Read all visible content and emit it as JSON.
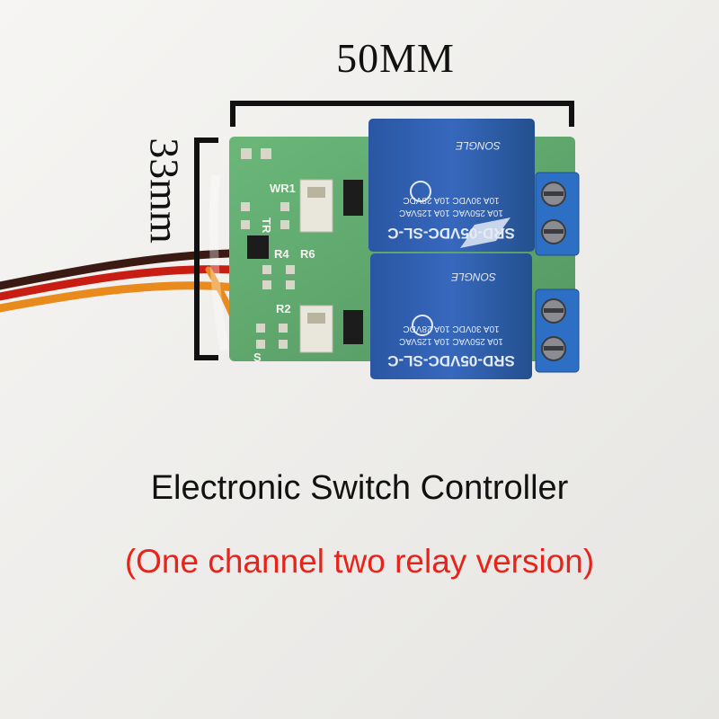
{
  "dimensions": {
    "width_label": "50MM",
    "height_label": "33mm"
  },
  "relays": {
    "top": {
      "model": "SRD-05VDC-SL-C",
      "rating_1": "10A 250VAC  10A 125VAC",
      "rating_2": "10A 30VDC  10A 28VDC",
      "brand": "SONGLE"
    },
    "bottom": {
      "model": "SRD-05VDC-SL-C",
      "rating_1": "10A 250VAC  10A 125VAC",
      "rating_2": "10A 30VDC  10A 28VDC",
      "brand": "SONGLE"
    }
  },
  "board_labels": {
    "wr1": "WR1",
    "tr": "TR",
    "r4": "R4",
    "r6": "R6",
    "r2": "R2",
    "s": "S"
  },
  "caption": {
    "title": "Electronic Switch Controller",
    "subtitle": "(One channel two relay version)",
    "subtitle_color": "#e8231a"
  },
  "colors": {
    "pcb": "#3f9a52",
    "relay": "#2f5fb0",
    "terminal": "#2c6fc4",
    "background": "#f0efed"
  }
}
